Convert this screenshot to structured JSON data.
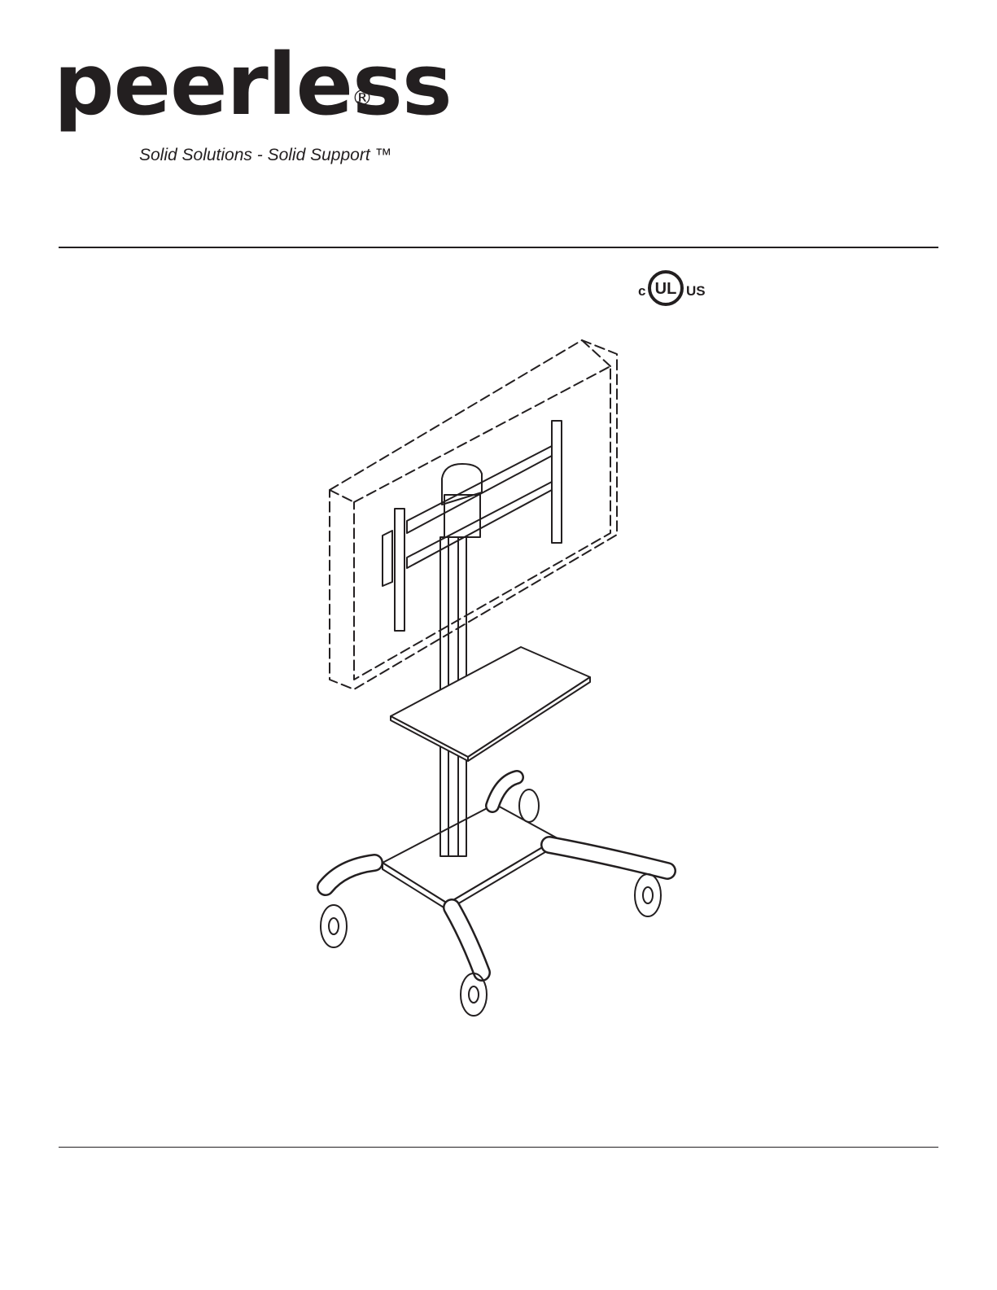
{
  "brand": {
    "wordmark": "peerless",
    "registered_symbol": "®",
    "tagline": "Solid Solutions - Solid Support ™"
  },
  "certification": {
    "left_letter": "c",
    "center_letters": "UL",
    "right_letters": "US"
  }
}
